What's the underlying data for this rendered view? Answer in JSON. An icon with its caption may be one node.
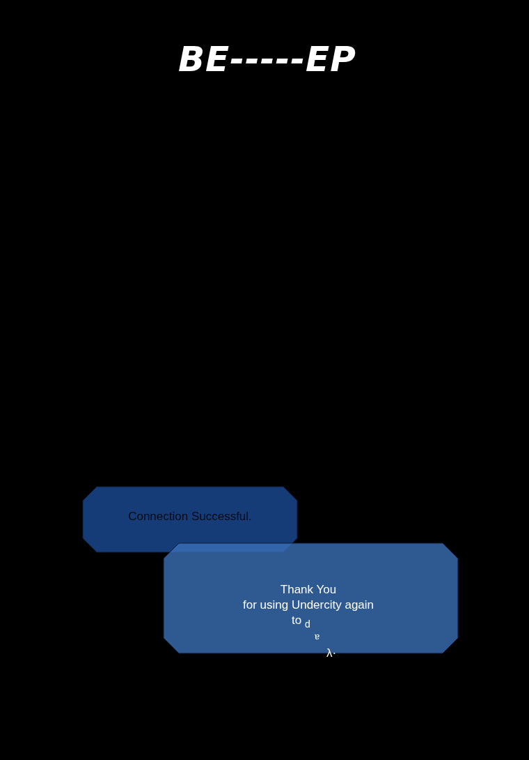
{
  "diagram": {
    "nodes": [
      {
        "text": [
          "Connection Successful."
        ]
      },
      {
        "text": [
          "Thank You",
          "for using Undercity again",
          "to",
          "d",
          "ɐ",
          "λ·"
        ]
      }
    ],
    "labels": [
      "BE-----EP"
    ]
  }
}
